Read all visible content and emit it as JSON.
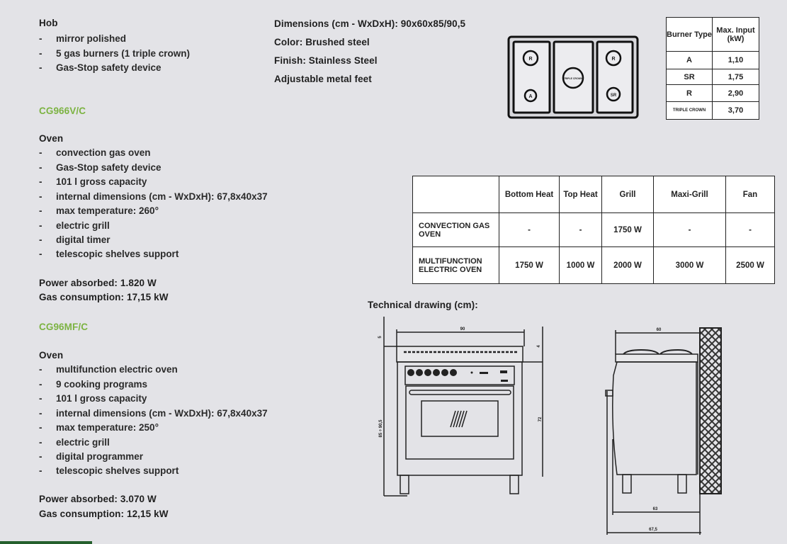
{
  "hob": {
    "heading": "Hob",
    "items": [
      "mirror polished",
      "5 gas burners (1 triple crown)",
      "Gas-Stop safety device"
    ]
  },
  "specs": {
    "dimensions": "Dimensions (cm - WxDxH): 90x60x85/90,5",
    "color": "Color: Brushed steel",
    "finish": "Finish: Stainless Steel",
    "feet": "Adjustable metal feet"
  },
  "models": [
    {
      "code": "CG966V/C",
      "oven_heading": "Oven",
      "items": [
        "convection gas oven",
        "Gas-Stop safety device",
        "101 l gross capacity",
        "internal dimensions (cm - WxDxH): 67,8x40x37",
        "max temperature: 260°",
        "electric grill",
        "digital timer",
        "telescopic shelves support"
      ],
      "power": "Power absorbed: 1.820 W",
      "gas": "Gas consumption: 17,15 kW"
    },
    {
      "code": "CG96MF/C",
      "oven_heading": "Oven",
      "items": [
        "multifunction electric oven",
        "9 cooking programs",
        "101 l gross capacity",
        "internal dimensions (cm - WxDxH): 67,8x40x37",
        "max temperature: 250°",
        "electric grill",
        "digital programmer",
        "telescopic shelves support"
      ],
      "power": "Power absorbed: 3.070 W",
      "gas": "Gas consumption: 12,15 kW"
    }
  ],
  "hob_diagram": {
    "burners": [
      "R",
      "A",
      "TRIPLE CROWN",
      "R",
      "SR"
    ]
  },
  "burner_table": {
    "headers": [
      "Burner Type",
      "Max. Input (kW)"
    ],
    "rows": [
      [
        "A",
        "1,10"
      ],
      [
        "SR",
        "1,75"
      ],
      [
        "R",
        "2,90"
      ],
      [
        "TRIPLE CROWN",
        "3,70"
      ]
    ]
  },
  "oven_table": {
    "headers": [
      "",
      "Bottom Heat",
      "Top Heat",
      "Grill",
      "Maxi-Grill",
      "Fan"
    ],
    "rows": [
      [
        "CONVECTION GAS OVEN",
        "-",
        "-",
        "1750 W",
        "-",
        "-"
      ],
      [
        "MULTIFUNCTION ELECTRIC OVEN",
        "1750 W",
        "1000 W",
        "2000 W",
        "3000 W",
        "2500 W"
      ]
    ]
  },
  "drawing": {
    "title": "Technical drawing (cm):",
    "front": {
      "width": "90",
      "top_gap": "5",
      "right_gap": "4",
      "height_range": "85 ÷ 90,5",
      "body_height": "72"
    },
    "side": {
      "depth": "60",
      "depth_body": "63",
      "depth_total": "67,5"
    }
  },
  "colors": {
    "accent": "#7cb342",
    "footer_bar": "#255f2c",
    "background": "#e3e3e7"
  }
}
